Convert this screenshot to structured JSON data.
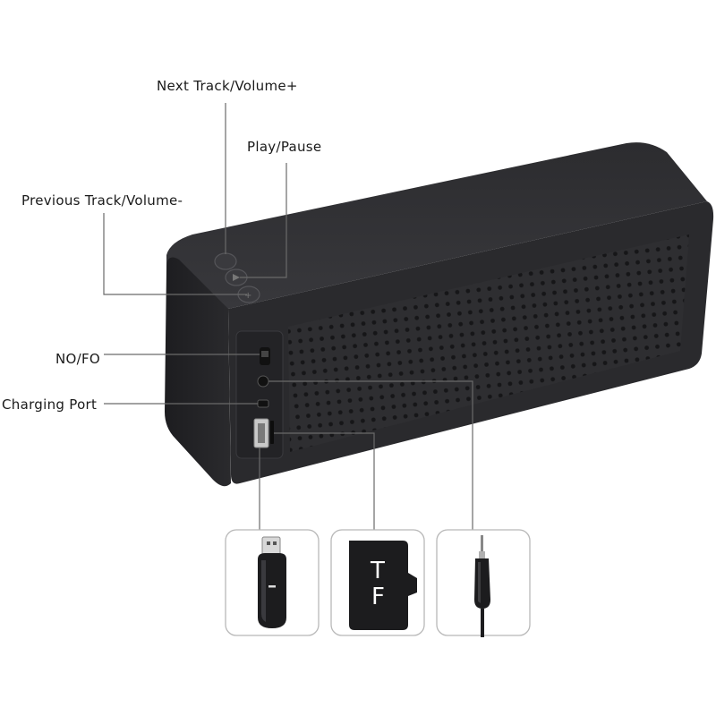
{
  "callouts": {
    "next_track": "Next Track/Volume+",
    "play_pause": "Play/Pause",
    "previous_track": "Previous Track/Volume-",
    "mode_switch": "NO/FO",
    "charging_port": "Charging Port"
  },
  "accessories": {
    "tf_card_letter_1": "T",
    "tf_card_letter_2": "F"
  },
  "colors": {
    "speaker_body": "#2b2b2e",
    "speaker_side": "#1f1f22",
    "leader_line": "#6a6a6a",
    "panel_border": "#b8b8b8"
  },
  "icons": [
    "usb-flash-drive-icon",
    "tf-card-icon",
    "audio-jack-cable-icon"
  ]
}
